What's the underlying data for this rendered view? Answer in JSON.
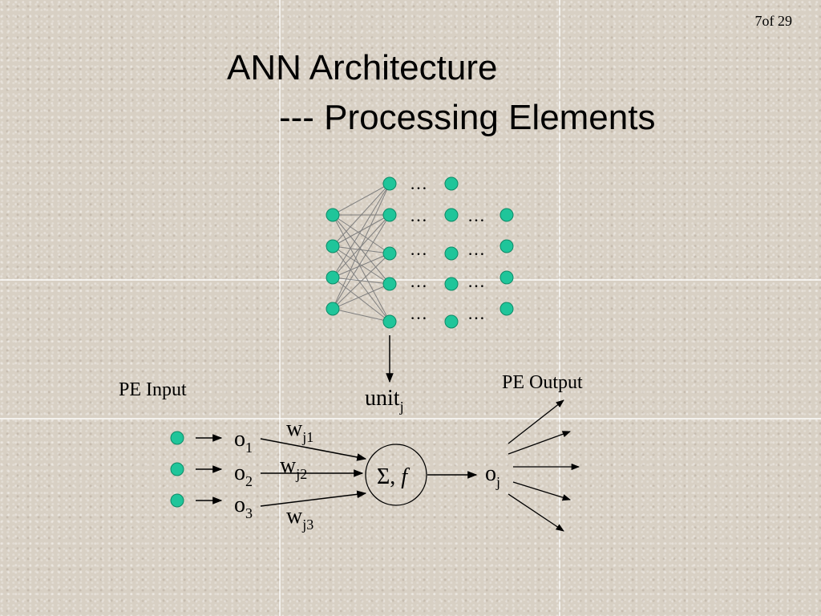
{
  "page_number": "7of 29",
  "title_line1": "ANN Architecture",
  "title_line2": "--- Processing Elements",
  "network": {
    "ellipsis": "…"
  },
  "unit_label": {
    "base": "unit",
    "sub": "j"
  },
  "pe_input_label": "PE Input",
  "pe_output_label": "PE Output",
  "inputs": [
    {
      "base": "o",
      "sub": "1"
    },
    {
      "base": "o",
      "sub": "2"
    },
    {
      "base": "o",
      "sub": "3"
    }
  ],
  "weights": [
    {
      "base": "w",
      "sub": "j1"
    },
    {
      "base": "w",
      "sub": "j2"
    },
    {
      "base": "w",
      "sub": "j3"
    }
  ],
  "sum_func": {
    "sigma": "Σ, ",
    "f": "f"
  },
  "output": {
    "base": "o",
    "sub": "j"
  },
  "colors": {
    "node": "#1fc59a",
    "node_stroke": "#0e8a66",
    "line": "#808080"
  }
}
